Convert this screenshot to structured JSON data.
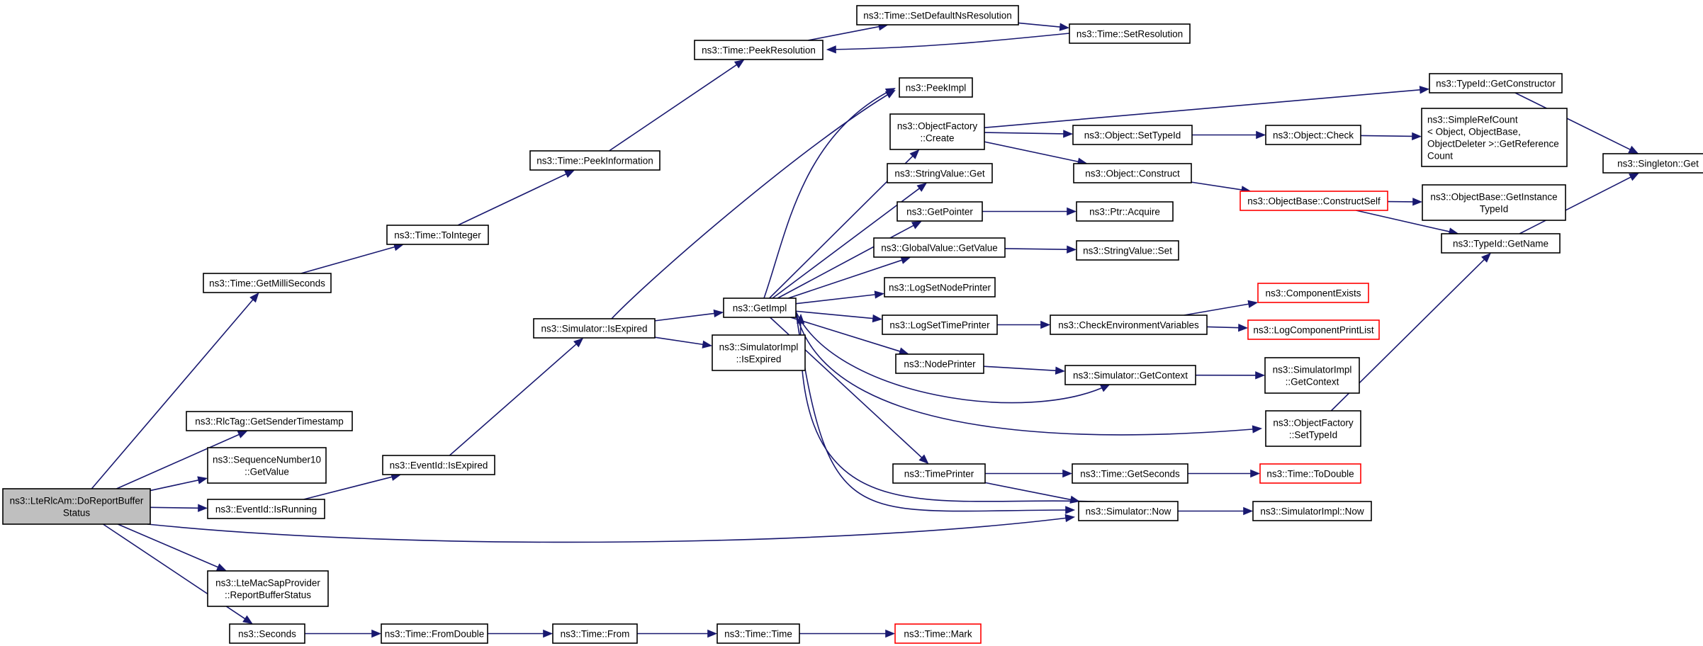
{
  "colors": {
    "edge": "#191970",
    "root_fill": "#bfbfbf",
    "node_fill": "#ffffff",
    "node_border": "#000000",
    "truncated_border": "#ff0000"
  },
  "nodes": [
    {
      "id": "root",
      "lines": [
        "ns3::LteRlcAm::DoReportBuffer",
        "Status"
      ],
      "style": "root"
    },
    {
      "id": "getms",
      "lines": [
        "ns3::Time::GetMilliSeconds"
      ],
      "style": "normal"
    },
    {
      "id": "rlctag",
      "lines": [
        "ns3::RlcTag::GetSenderTimestamp"
      ],
      "style": "normal"
    },
    {
      "id": "seq10",
      "lines": [
        "ns3::SequenceNumber10",
        "::GetValue"
      ],
      "style": "normal"
    },
    {
      "id": "isrunning",
      "lines": [
        "ns3::EventId::IsRunning"
      ],
      "style": "normal"
    },
    {
      "id": "lmsap",
      "lines": [
        "ns3::LteMacSapProvider",
        "::ReportBufferStatus"
      ],
      "style": "normal"
    },
    {
      "id": "seconds",
      "lines": [
        "ns3::Seconds"
      ],
      "style": "normal"
    },
    {
      "id": "toint",
      "lines": [
        "ns3::Time::ToInteger"
      ],
      "style": "normal"
    },
    {
      "id": "peekinfo",
      "lines": [
        "ns3::Time::PeekInformation"
      ],
      "style": "normal"
    },
    {
      "id": "peekres",
      "lines": [
        "ns3::Time::PeekResolution"
      ],
      "style": "normal"
    },
    {
      "id": "setdef",
      "lines": [
        "ns3::Time::SetDefaultNsResolution"
      ],
      "style": "normal"
    },
    {
      "id": "setres",
      "lines": [
        "ns3::Time::SetResolution"
      ],
      "style": "normal"
    },
    {
      "id": "evexp",
      "lines": [
        "ns3::EventId::IsExpired"
      ],
      "style": "normal"
    },
    {
      "id": "simexp",
      "lines": [
        "ns3::Simulator::IsExpired"
      ],
      "style": "normal"
    },
    {
      "id": "getimpl",
      "lines": [
        "ns3::GetImpl"
      ],
      "style": "normal"
    },
    {
      "id": "siexp",
      "lines": [
        "ns3::SimulatorImpl",
        "::IsExpired"
      ],
      "style": "normal"
    },
    {
      "id": "peekimpl",
      "lines": [
        "ns3::PeekImpl"
      ],
      "style": "normal"
    },
    {
      "id": "ofcreate",
      "lines": [
        "ns3::ObjectFactory",
        "::Create"
      ],
      "style": "normal"
    },
    {
      "id": "strget",
      "lines": [
        "ns3::StringValue::Get"
      ],
      "style": "normal"
    },
    {
      "id": "getptr",
      "lines": [
        "ns3::GetPointer"
      ],
      "style": "normal"
    },
    {
      "id": "gvget",
      "lines": [
        "ns3::GlobalValue::GetValue"
      ],
      "style": "normal"
    },
    {
      "id": "lsnp",
      "lines": [
        "ns3::LogSetNodePrinter"
      ],
      "style": "normal"
    },
    {
      "id": "lstp",
      "lines": [
        "ns3::LogSetTimePrinter"
      ],
      "style": "normal"
    },
    {
      "id": "nodepr",
      "lines": [
        "ns3::NodePrinter"
      ],
      "style": "normal"
    },
    {
      "id": "timepr",
      "lines": [
        "ns3::TimePrinter"
      ],
      "style": "normal"
    },
    {
      "id": "objsettid",
      "lines": [
        "ns3::Object::SetTypeId"
      ],
      "style": "normal"
    },
    {
      "id": "objcons",
      "lines": [
        "ns3::Object::Construct"
      ],
      "style": "normal"
    },
    {
      "id": "ptracq",
      "lines": [
        "ns3::Ptr::Acquire"
      ],
      "style": "normal"
    },
    {
      "id": "strset",
      "lines": [
        "ns3::StringValue::Set"
      ],
      "style": "normal"
    },
    {
      "id": "checkenv",
      "lines": [
        "ns3::CheckEnvironmentVariables"
      ],
      "style": "normal"
    },
    {
      "id": "simctx",
      "lines": [
        "ns3::Simulator::GetContext"
      ],
      "style": "normal"
    },
    {
      "id": "getsec",
      "lines": [
        "ns3::Time::GetSeconds"
      ],
      "style": "normal"
    },
    {
      "id": "simnow",
      "lines": [
        "ns3::Simulator::Now"
      ],
      "style": "normal"
    },
    {
      "id": "tidgetc",
      "lines": [
        "ns3::TypeId::GetConstructor"
      ],
      "style": "normal"
    },
    {
      "id": "objcheck",
      "lines": [
        "ns3::Object::Check"
      ],
      "style": "normal"
    },
    {
      "id": "obconsself",
      "lines": [
        "ns3::ObjectBase::ConstructSelf"
      ],
      "style": "truncated"
    },
    {
      "id": "compexists",
      "lines": [
        "ns3::ComponentExists"
      ],
      "style": "truncated"
    },
    {
      "id": "logcpl",
      "lines": [
        "ns3::LogComponentPrintList"
      ],
      "style": "truncated"
    },
    {
      "id": "sictx",
      "lines": [
        "ns3::SimulatorImpl",
        "::GetContext"
      ],
      "style": "normal"
    },
    {
      "id": "ofsettid",
      "lines": [
        "ns3::ObjectFactory",
        "::SetTypeId"
      ],
      "style": "normal"
    },
    {
      "id": "todouble",
      "lines": [
        "ns3::Time::ToDouble"
      ],
      "style": "truncated"
    },
    {
      "id": "sinow",
      "lines": [
        "ns3::SimulatorImpl::Now"
      ],
      "style": "normal"
    },
    {
      "id": "srcget",
      "lines": [
        "ns3::SimpleRefCount",
        "< Object, ObjectBase,",
        "ObjectDeleter >::GetReference",
        "Count"
      ],
      "style": "normal"
    },
    {
      "id": "obgetinst",
      "lines": [
        "ns3::ObjectBase::GetInstance",
        "TypeId"
      ],
      "style": "normal"
    },
    {
      "id": "tidgetname",
      "lines": [
        "ns3::TypeId::GetName"
      ],
      "style": "normal"
    },
    {
      "id": "singget",
      "lines": [
        "ns3::Singleton::Get"
      ],
      "style": "normal"
    },
    {
      "id": "fromdouble",
      "lines": [
        "ns3::Time::FromDouble"
      ],
      "style": "normal"
    },
    {
      "id": "from",
      "lines": [
        "ns3::Time::From"
      ],
      "style": "normal"
    },
    {
      "id": "timetime",
      "lines": [
        "ns3::Time::Time"
      ],
      "style": "normal"
    },
    {
      "id": "mark",
      "lines": [
        "ns3::Time::Mark"
      ],
      "style": "truncated"
    }
  ],
  "edges": [
    [
      "root",
      "getms"
    ],
    [
      "root",
      "rlctag"
    ],
    [
      "root",
      "seq10"
    ],
    [
      "root",
      "isrunning"
    ],
    [
      "root",
      "lmsap"
    ],
    [
      "root",
      "seconds"
    ],
    [
      "root",
      "simnow"
    ],
    [
      "getms",
      "toint"
    ],
    [
      "toint",
      "peekinfo"
    ],
    [
      "peekinfo",
      "peekres"
    ],
    [
      "peekres",
      "setdef"
    ],
    [
      "setdef",
      "setres"
    ],
    [
      "setres",
      "peekres"
    ],
    [
      "isrunning",
      "evexp"
    ],
    [
      "evexp",
      "simexp"
    ],
    [
      "simexp",
      "getimpl"
    ],
    [
      "simexp",
      "siexp"
    ],
    [
      "simexp",
      "peekimpl"
    ],
    [
      "getimpl",
      "peekimpl"
    ],
    [
      "getimpl",
      "ofcreate"
    ],
    [
      "getimpl",
      "strget"
    ],
    [
      "getimpl",
      "getptr"
    ],
    [
      "getimpl",
      "gvget"
    ],
    [
      "getimpl",
      "lsnp"
    ],
    [
      "getimpl",
      "lstp"
    ],
    [
      "getimpl",
      "nodepr"
    ],
    [
      "getimpl",
      "timepr"
    ],
    [
      "getimpl",
      "simctx"
    ],
    [
      "getimpl",
      "ofsettid"
    ],
    [
      "getimpl",
      "simnow"
    ],
    [
      "ofcreate",
      "tidgetc"
    ],
    [
      "ofcreate",
      "objsettid"
    ],
    [
      "ofcreate",
      "objcons"
    ],
    [
      "objsettid",
      "objcheck"
    ],
    [
      "objcheck",
      "srcget"
    ],
    [
      "objcons",
      "obconsself"
    ],
    [
      "obconsself",
      "obgetinst"
    ],
    [
      "obconsself",
      "tidgetname"
    ],
    [
      "tidgetname",
      "singget"
    ],
    [
      "tidgetc",
      "singget"
    ],
    [
      "ofsettid",
      "tidgetname"
    ],
    [
      "getptr",
      "ptracq"
    ],
    [
      "gvget",
      "strset"
    ],
    [
      "lstp",
      "checkenv"
    ],
    [
      "checkenv",
      "compexists"
    ],
    [
      "checkenv",
      "logcpl"
    ],
    [
      "nodepr",
      "simctx"
    ],
    [
      "simctx",
      "sictx"
    ],
    [
      "timepr",
      "getsec"
    ],
    [
      "timepr",
      "simnow"
    ],
    [
      "getsec",
      "todouble"
    ],
    [
      "simnow",
      "sinow"
    ],
    [
      "simnow",
      "getimpl"
    ],
    [
      "seconds",
      "fromdouble"
    ],
    [
      "fromdouble",
      "from"
    ],
    [
      "from",
      "timetime"
    ],
    [
      "timetime",
      "mark"
    ]
  ]
}
